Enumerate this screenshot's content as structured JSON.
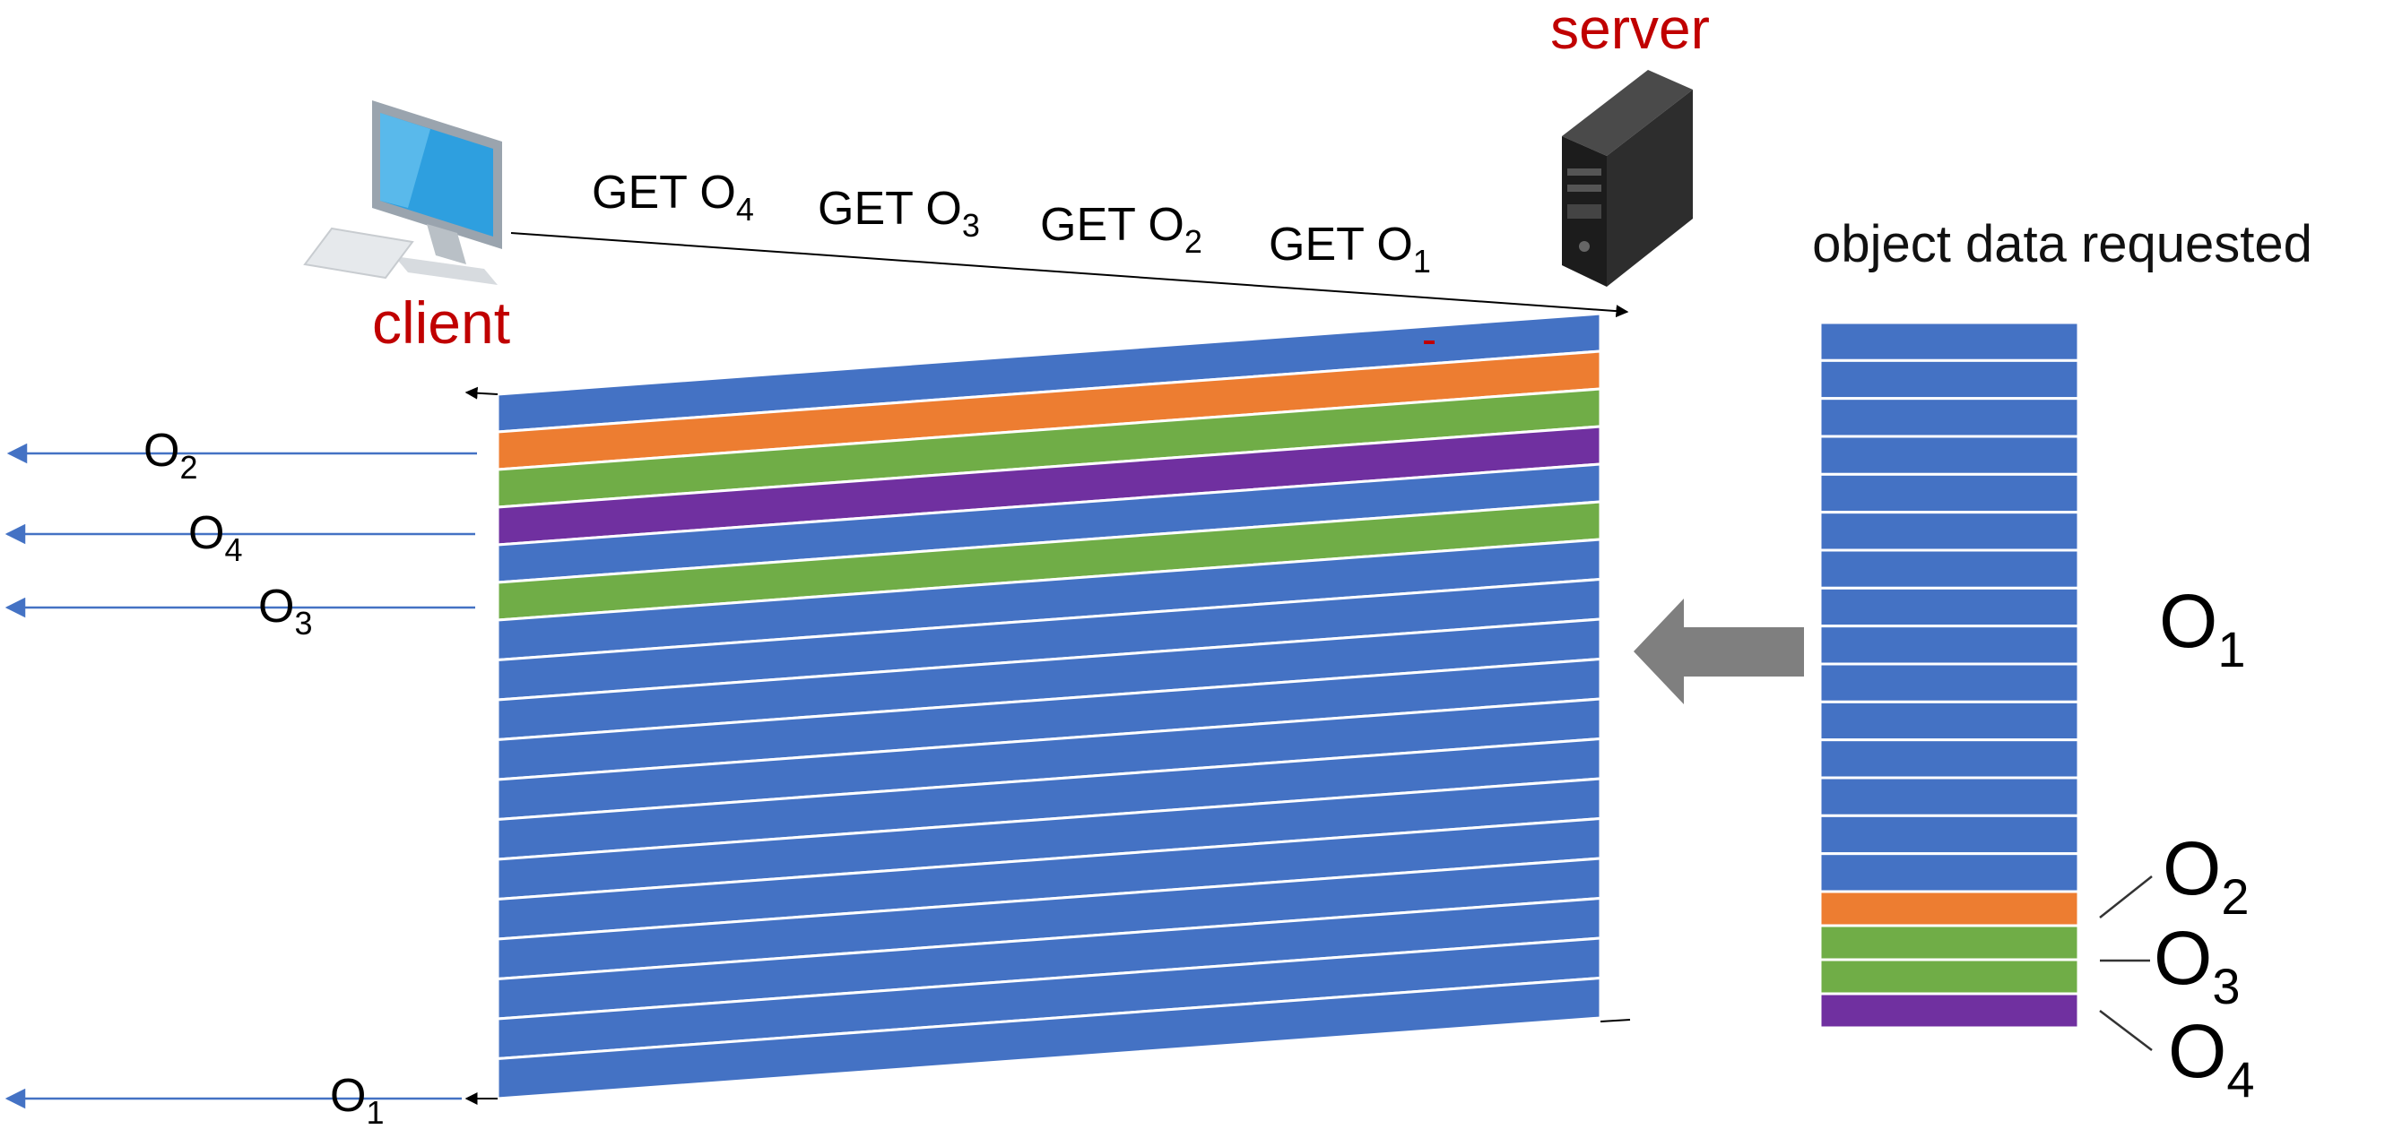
{
  "labels": {
    "server": "server",
    "client": "client",
    "object_data_requested": "object data requested",
    "get": "GET O",
    "object_prefix": "O"
  },
  "requests": [
    {
      "sub": "4"
    },
    {
      "sub": "3"
    },
    {
      "sub": "2"
    },
    {
      "sub": "1"
    }
  ],
  "deliveries": [
    {
      "sub": "2"
    },
    {
      "sub": "4"
    },
    {
      "sub": "3"
    },
    {
      "sub": "1"
    }
  ],
  "stack_labels": [
    {
      "sub": "1"
    },
    {
      "sub": "2"
    },
    {
      "sub": "3"
    },
    {
      "sub": "4"
    }
  ],
  "stream_bands": [
    "blue",
    "orange",
    "green",
    "purple",
    "blue",
    "green",
    "blue",
    "blue",
    "blue",
    "blue",
    "blue",
    "blue",
    "blue",
    "blue",
    "blue",
    "blue",
    "blue",
    "blue"
  ],
  "object_stack_bands": [
    "blue",
    "blue",
    "blue",
    "blue",
    "blue",
    "blue",
    "blue",
    "blue",
    "blue",
    "blue",
    "blue",
    "blue",
    "blue",
    "blue",
    "blue",
    "orange",
    "green",
    "green",
    "purple"
  ],
  "colors": {
    "accent_red": "#c00000",
    "blue": "#4472c4",
    "orange": "#ed7d31",
    "green": "#70ad47",
    "purple": "#7030a0",
    "arrow_gray": "#7f7f7f",
    "delivery_arrow": "#4472c4"
  }
}
